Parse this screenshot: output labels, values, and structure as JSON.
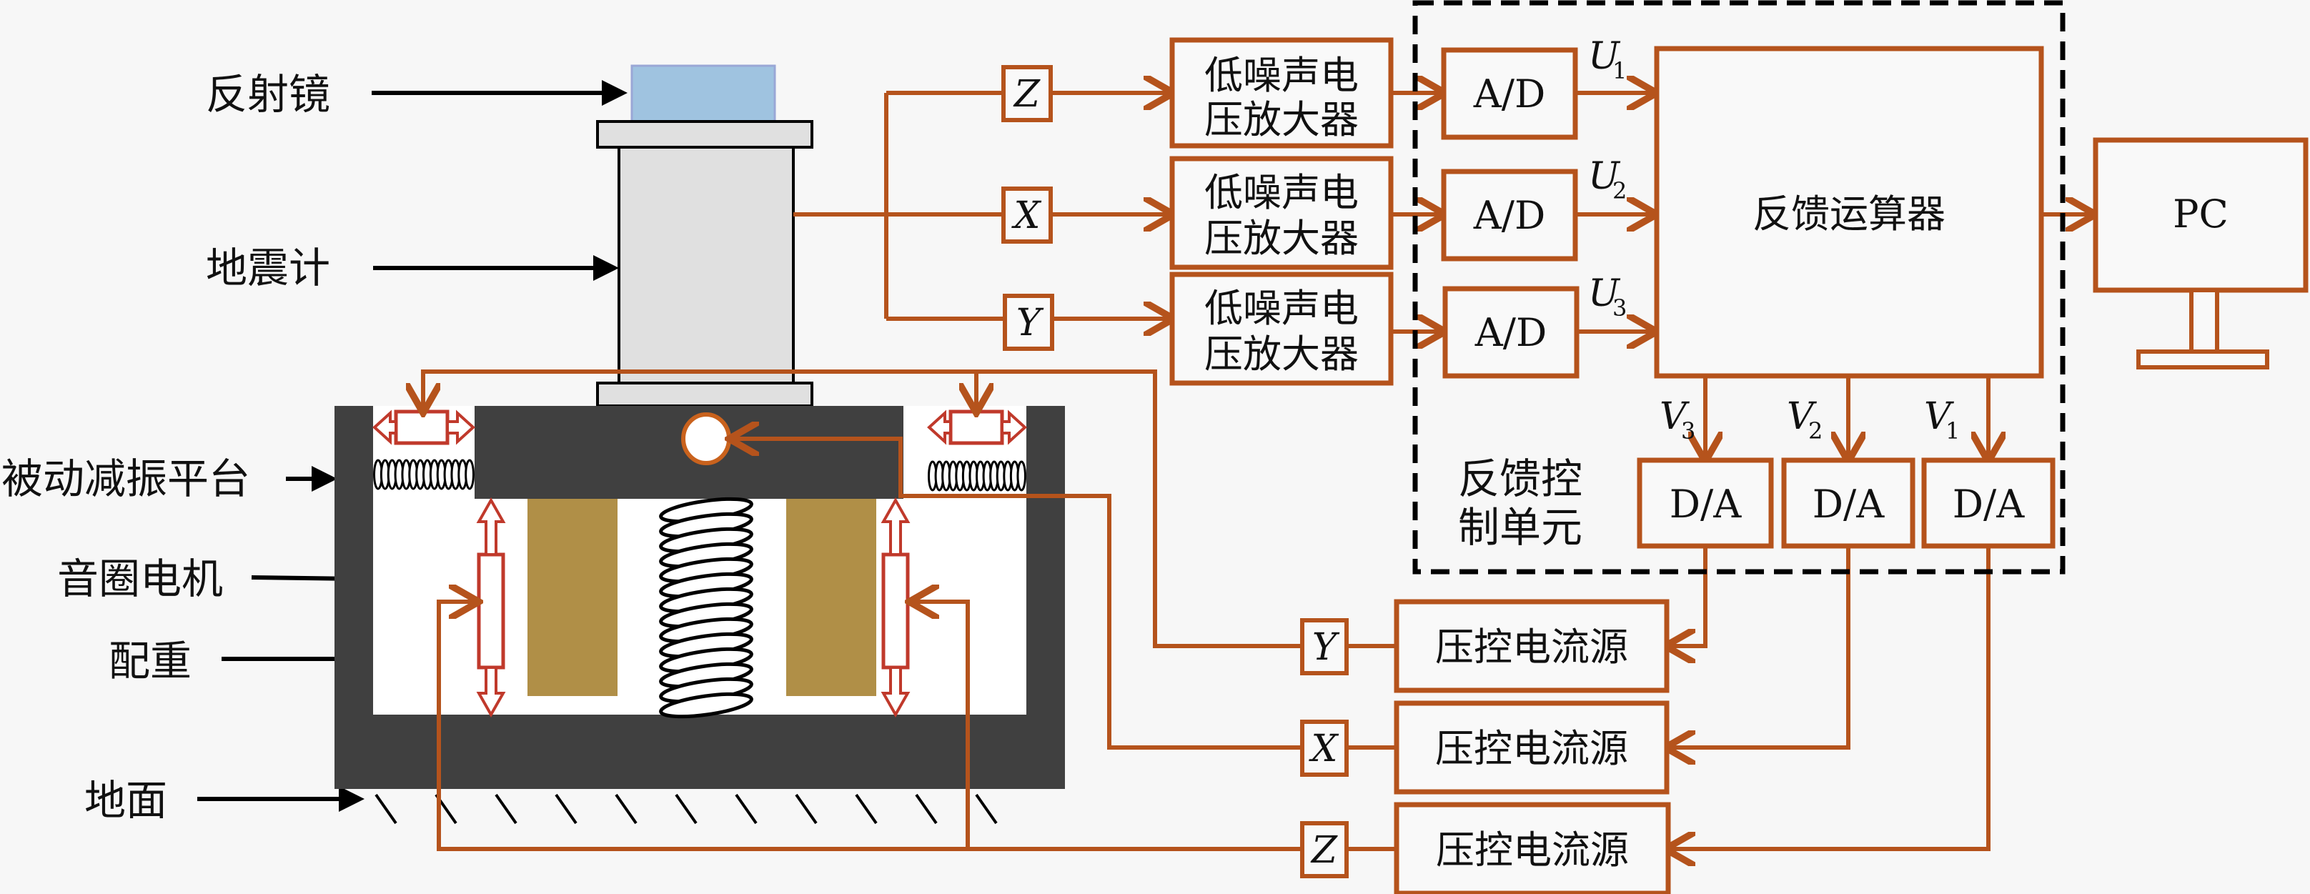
{
  "labels": {
    "mirror": "反射镜",
    "seismometer": "地震计",
    "passive_platform": "被动减振平台",
    "voice_coil_motor": "音圈电机",
    "counterweight": "配重",
    "ground": "地面"
  },
  "amplifiers": [
    {
      "axis": "Z",
      "line1": "低噪声电",
      "line2": "压放大器"
    },
    {
      "axis": "X",
      "line1": "低噪声电",
      "line2": "压放大器"
    },
    {
      "axis": "Y",
      "line1": "低噪声电",
      "line2": "压放大器"
    }
  ],
  "adc": [
    {
      "label": "A/D",
      "signal": "U",
      "sub": "1"
    },
    {
      "label": "A/D",
      "signal": "U",
      "sub": "2"
    },
    {
      "label": "A/D",
      "signal": "U",
      "sub": "3"
    }
  ],
  "processor": "反馈运算器",
  "pc": "PC",
  "control_unit": {
    "line1": "反馈控",
    "line2": "制单元"
  },
  "dac": [
    {
      "label": "D/A",
      "signal": "V",
      "sub": "3"
    },
    {
      "label": "D/A",
      "signal": "V",
      "sub": "2"
    },
    {
      "label": "D/A",
      "signal": "V",
      "sub": "1"
    }
  ],
  "current_sources": [
    {
      "axis": "Y",
      "label": "压控电流源"
    },
    {
      "axis": "X",
      "label": "压控电流源"
    },
    {
      "axis": "Z",
      "label": "压控电流源"
    }
  ],
  "colors": {
    "wire": "#b5531c",
    "platform": "#404040",
    "mirror": "#9fc3e0",
    "seismometer": "#e0e0e0",
    "counterweight": "#b08f47",
    "dashed_border": "#000000"
  }
}
